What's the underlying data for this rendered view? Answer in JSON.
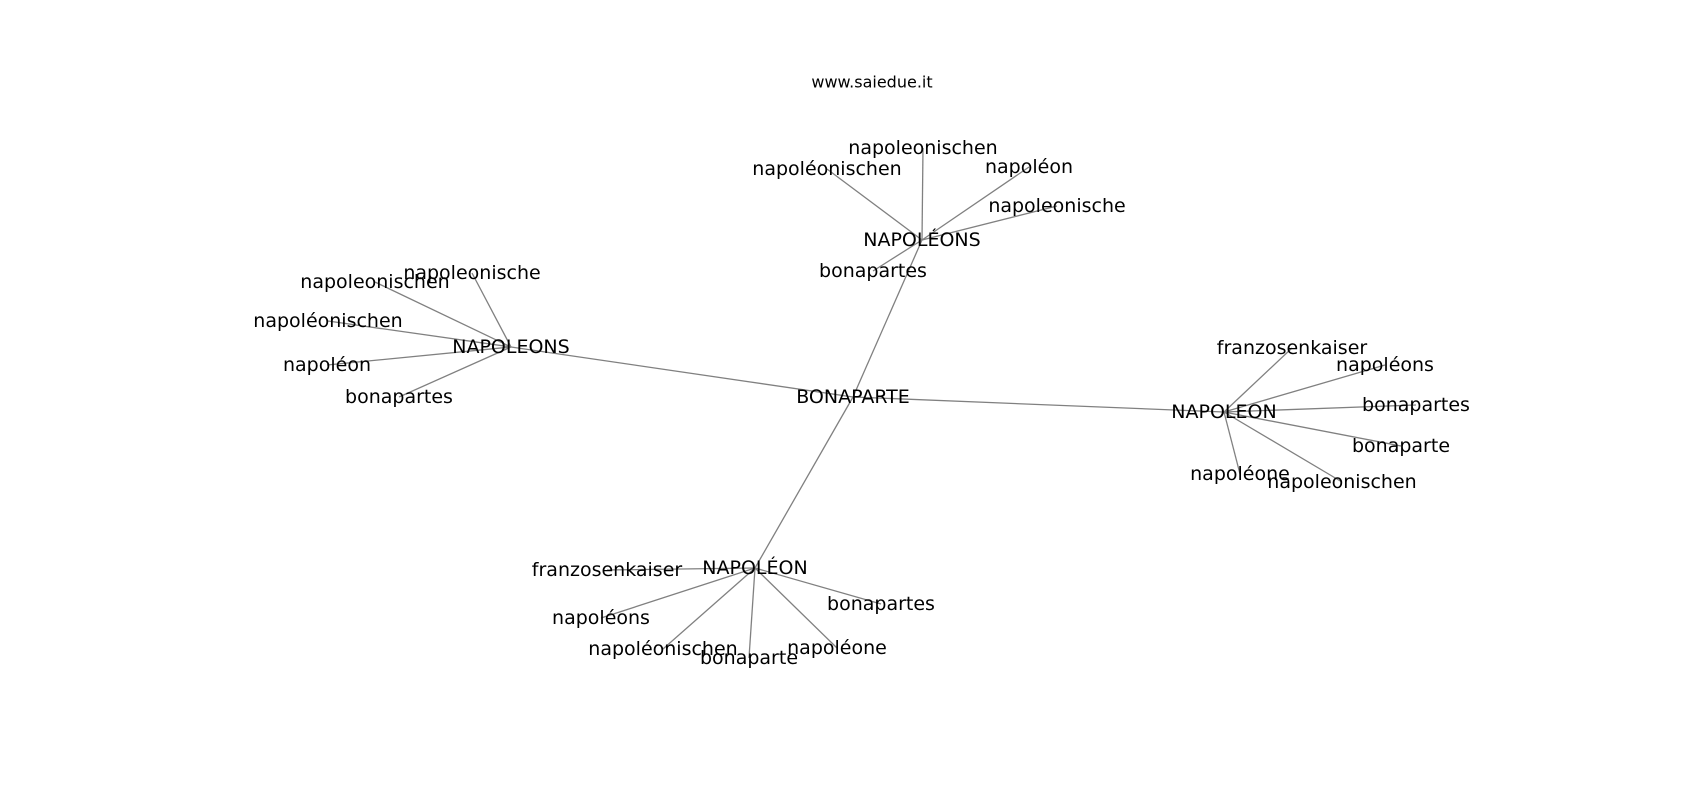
{
  "header": {
    "site": "www.saiedue.it"
  },
  "graph": {
    "nodes": [
      {
        "id": "BONAPARTE",
        "label": "BONAPARTE"
      },
      {
        "id": "NAPOLEONS",
        "label": "NAPOLEONS"
      },
      {
        "id": "NAPOLEONS_ACC",
        "label": "NAPOLÉONS"
      },
      {
        "id": "NAPOLEON",
        "label": "NAPOLEON"
      },
      {
        "id": "NAPOLEON_ACC",
        "label": "NAPOLÉON"
      },
      {
        "id": "s_napoleonische",
        "label": "napoleonische"
      },
      {
        "id": "s_napoleonischen",
        "label": "napoleonischen"
      },
      {
        "id": "s_napoleonischen_acc",
        "label": "napoléonischen"
      },
      {
        "id": "s_napoleon_acc",
        "label": "napoléon"
      },
      {
        "id": "s_bonapartes",
        "label": "bonapartes"
      },
      {
        "id": "t_napoleonischen",
        "label": "napoleonischen"
      },
      {
        "id": "t_napoleonischen_acc",
        "label": "napoléonischen"
      },
      {
        "id": "t_napoleon_acc",
        "label": "napoléon"
      },
      {
        "id": "t_napoleonische",
        "label": "napoleonische"
      },
      {
        "id": "t_bonapartes",
        "label": "bonapartes"
      },
      {
        "id": "r_franzosenkaiser",
        "label": "franzosenkaiser"
      },
      {
        "id": "r_napoleons_acc",
        "label": "napoléons"
      },
      {
        "id": "r_bonapartes",
        "label": "bonapartes"
      },
      {
        "id": "r_bonaparte",
        "label": "bonaparte"
      },
      {
        "id": "r_napoleone_acc",
        "label": "napoléone"
      },
      {
        "id": "r_napoleonischen",
        "label": "napoleonischen"
      },
      {
        "id": "b_franzosenkaiser",
        "label": "franzosenkaiser"
      },
      {
        "id": "b_napoleons_acc",
        "label": "napoléons"
      },
      {
        "id": "b_napoleonischen_acc",
        "label": "napoléonischen"
      },
      {
        "id": "b_bonaparte",
        "label": "bonaparte"
      },
      {
        "id": "b_napoleone_acc",
        "label": "napoléone"
      },
      {
        "id": "b_bonapartes",
        "label": "bonapartes"
      }
    ],
    "edges": [
      [
        "BONAPARTE",
        "NAPOLEONS"
      ],
      [
        "BONAPARTE",
        "NAPOLEONS_ACC"
      ],
      [
        "BONAPARTE",
        "NAPOLEON"
      ],
      [
        "BONAPARTE",
        "NAPOLEON_ACC"
      ],
      [
        "NAPOLEONS",
        "s_napoleonische"
      ],
      [
        "NAPOLEONS",
        "s_napoleonischen"
      ],
      [
        "NAPOLEONS",
        "s_napoleonischen_acc"
      ],
      [
        "NAPOLEONS",
        "s_napoleon_acc"
      ],
      [
        "NAPOLEONS",
        "s_bonapartes"
      ],
      [
        "NAPOLEONS_ACC",
        "t_napoleonischen"
      ],
      [
        "NAPOLEONS_ACC",
        "t_napoleonischen_acc"
      ],
      [
        "NAPOLEONS_ACC",
        "t_napoleon_acc"
      ],
      [
        "NAPOLEONS_ACC",
        "t_napoleonische"
      ],
      [
        "NAPOLEONS_ACC",
        "t_bonapartes"
      ],
      [
        "NAPOLEON",
        "r_franzosenkaiser"
      ],
      [
        "NAPOLEON",
        "r_napoleons_acc"
      ],
      [
        "NAPOLEON",
        "r_bonapartes"
      ],
      [
        "NAPOLEON",
        "r_bonaparte"
      ],
      [
        "NAPOLEON",
        "r_napoleone_acc"
      ],
      [
        "NAPOLEON",
        "r_napoleonischen"
      ],
      [
        "NAPOLEON_ACC",
        "b_franzosenkaiser"
      ],
      [
        "NAPOLEON_ACC",
        "b_napoleons_acc"
      ],
      [
        "NAPOLEON_ACC",
        "b_napoleonischen_acc"
      ],
      [
        "NAPOLEON_ACC",
        "b_bonaparte"
      ],
      [
        "NAPOLEON_ACC",
        "b_napoleone_acc"
      ],
      [
        "NAPOLEON_ACC",
        "b_bonapartes"
      ]
    ]
  }
}
